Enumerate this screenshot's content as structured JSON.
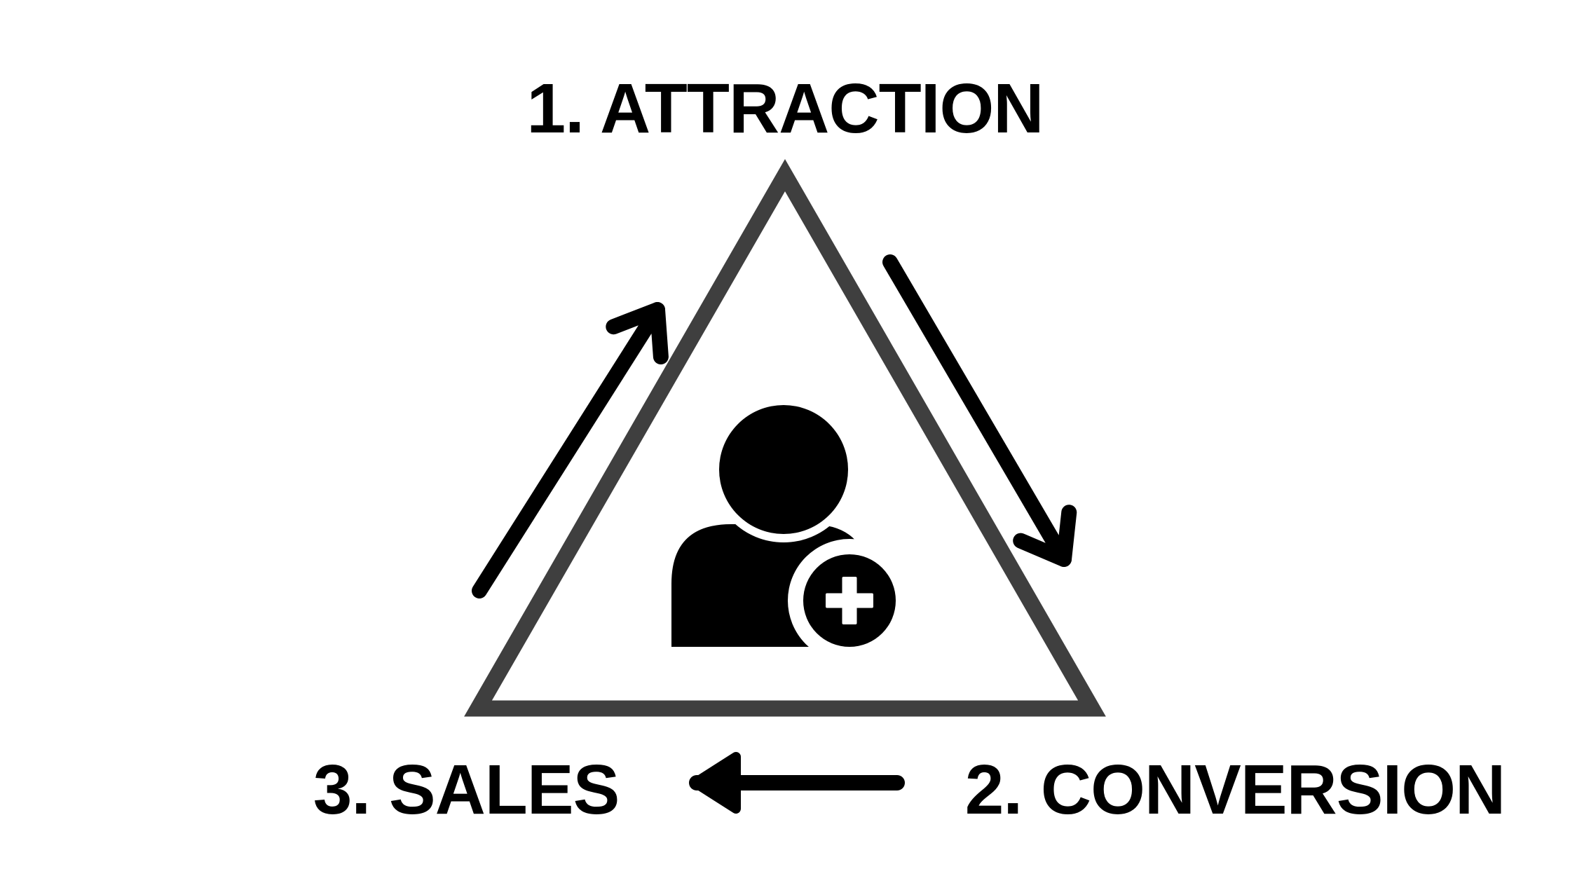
{
  "diagram": {
    "type": "cycle-funnel",
    "steps": [
      {
        "order": 1,
        "label": "1. ATTRACTION",
        "position": "top"
      },
      {
        "order": 2,
        "label": "2. CONVERSION",
        "position": "bottom-right"
      },
      {
        "order": 3,
        "label": "3. SALES",
        "position": "bottom-left"
      }
    ],
    "labels": {
      "attraction": "1. ATTRACTION",
      "conversion": "2. CONVERSION",
      "sales": "3. SALES"
    },
    "arrows": [
      {
        "name": "up-arrow",
        "direction": "up-right",
        "from": "sales",
        "to": "attraction"
      },
      {
        "name": "down-arrow",
        "direction": "down-right",
        "from": "attraction",
        "to": "conversion"
      },
      {
        "name": "left-arrow",
        "direction": "left",
        "from": "conversion",
        "to": "sales"
      }
    ],
    "center_icon": "add-user-icon"
  },
  "colors": {
    "background": "#ffffff",
    "triangle": "#3f3f3f",
    "arrows": "#000000",
    "icon": "#000000",
    "text": "#000000",
    "plus_sign": "#ffffff"
  }
}
